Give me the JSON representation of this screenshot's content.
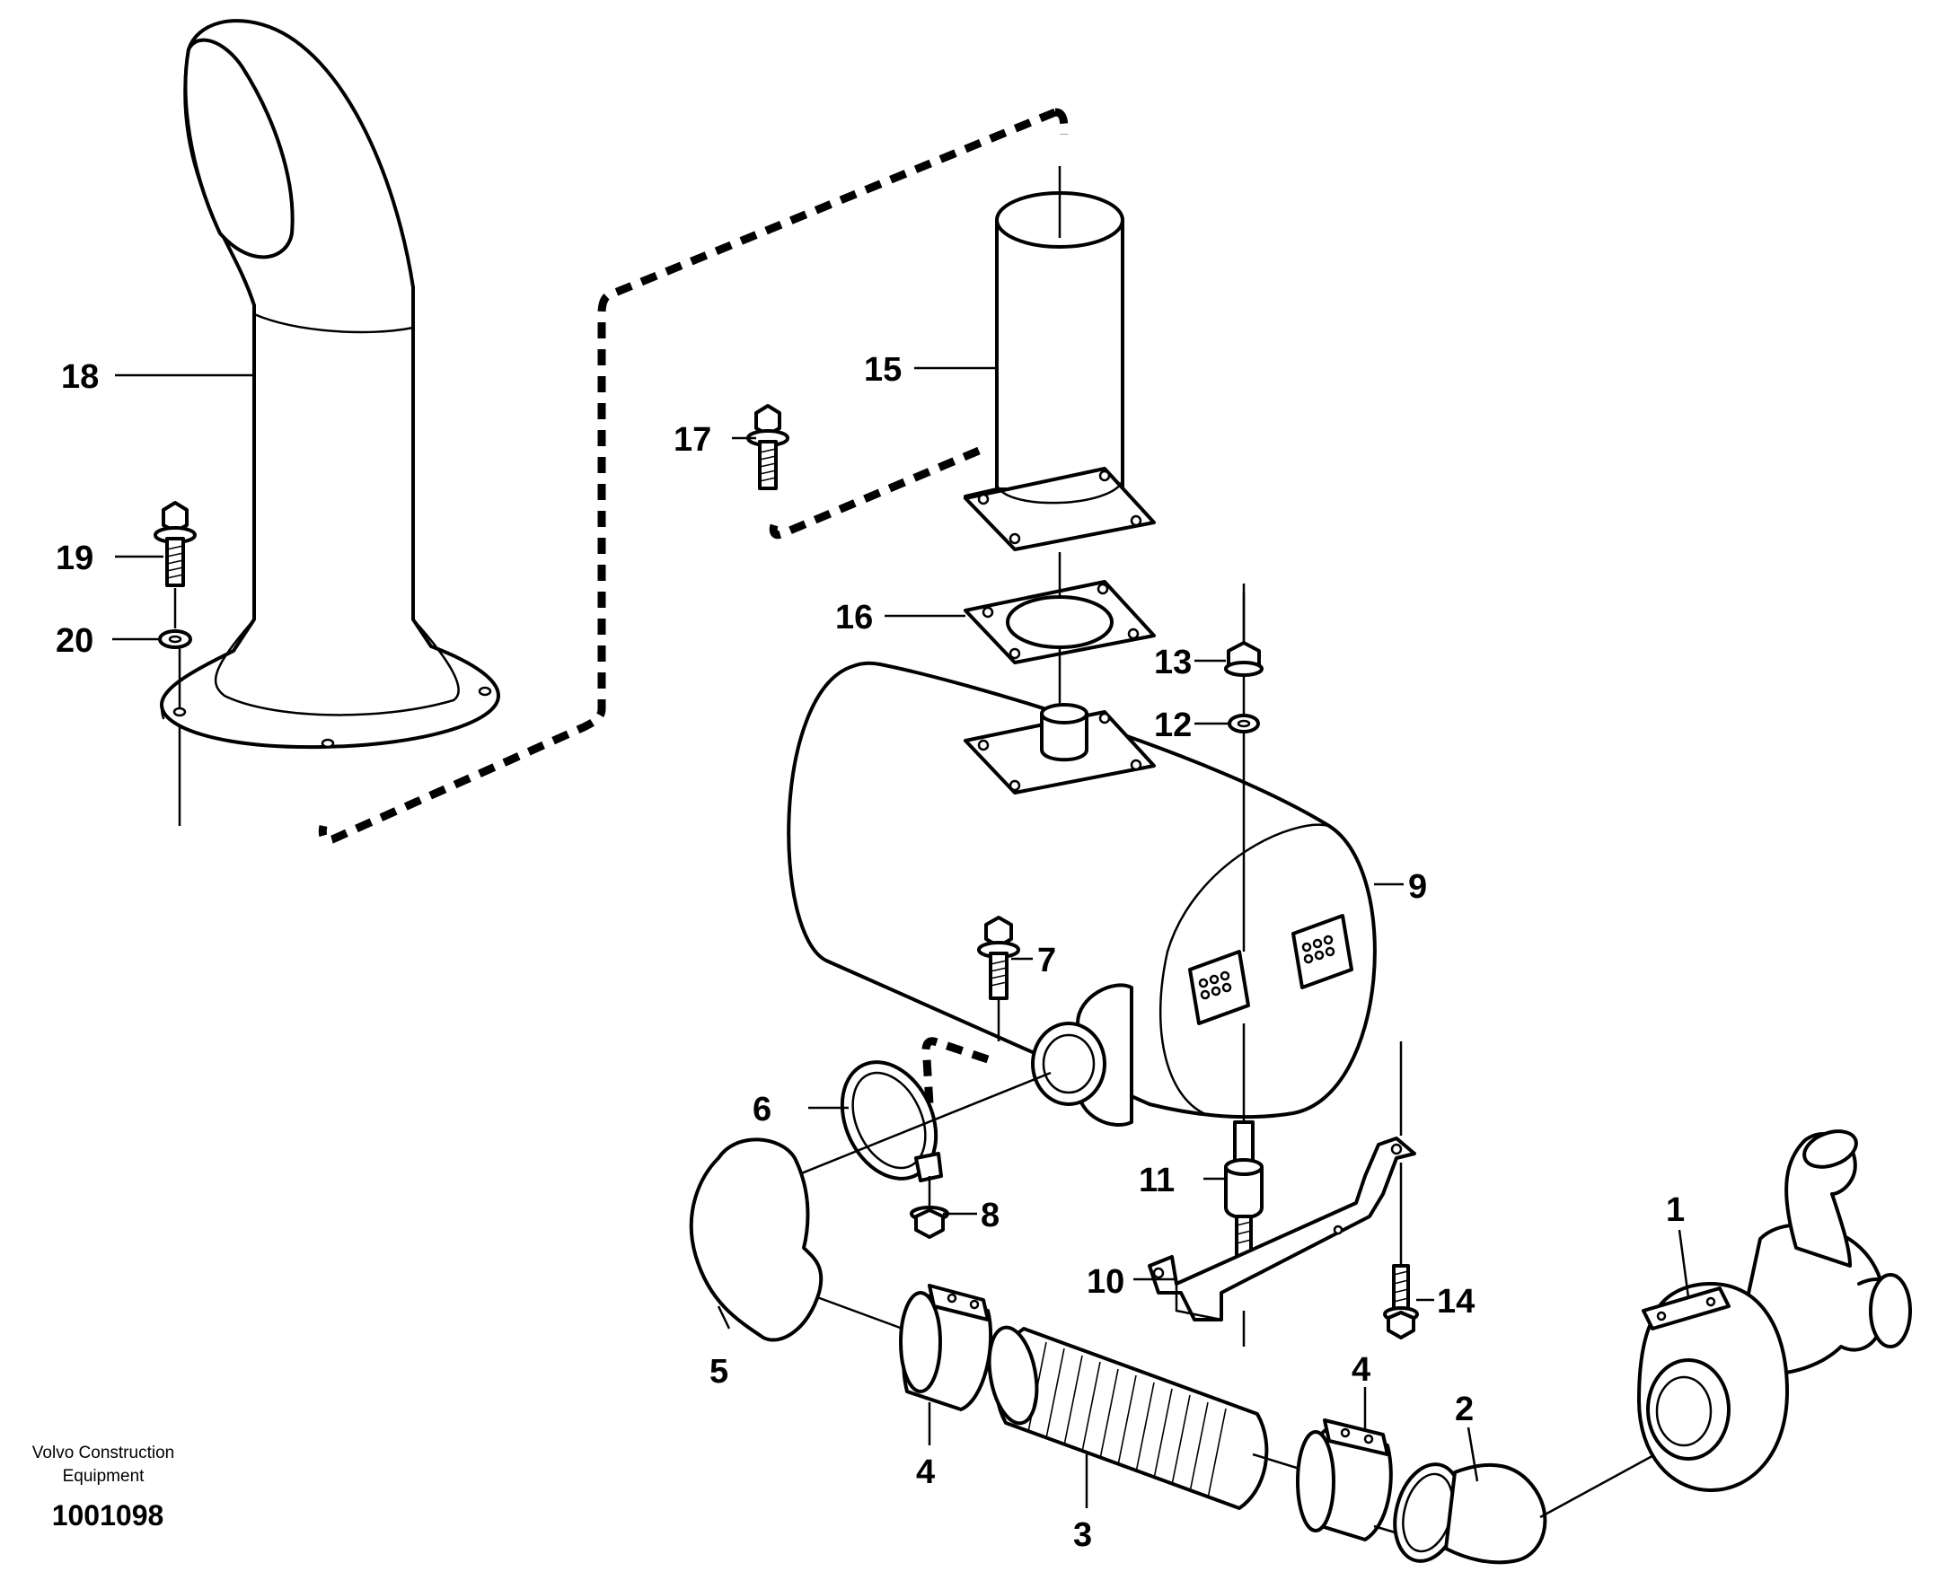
{
  "diagram": {
    "callouts": {
      "c1": "1",
      "c2": "2",
      "c3": "3",
      "c4a": "4",
      "c4b": "4",
      "c5": "5",
      "c6": "6",
      "c7": "7",
      "c8": "8",
      "c9": "9",
      "c10": "10",
      "c11": "11",
      "c12": "12",
      "c13": "13",
      "c14": "14",
      "c15": "15",
      "c16": "16",
      "c17": "17",
      "c18": "18",
      "c19": "19",
      "c20": "20"
    },
    "footer": {
      "manufacturer_line1": "Volvo Construction",
      "manufacturer_line2": "Equipment",
      "reference_number": "1001098"
    }
  }
}
